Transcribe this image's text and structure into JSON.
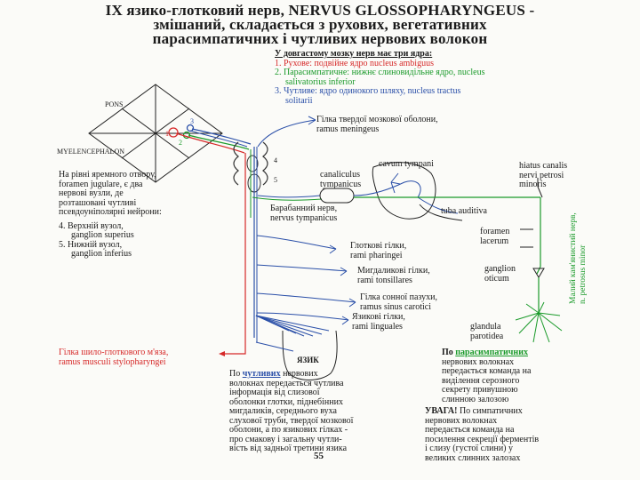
{
  "title": {
    "line1": "IX язико-глотковий нерв, NERVUS GLOSSOPHARYNGEUS -",
    "line2": "змішаний, складається з рухових, вегетативних",
    "line3": "парасимпатичних і чутливих нервових волокон"
  },
  "nuclei": {
    "heading": "У довгастому мозку нерв має три ядра:",
    "item1a": "1. Рухове: подвійне ядро nucleus ambiguus",
    "item2a": "2. Парасимпатичне: нижнє слиновидільне ядро, nucleus",
    "item2b": "salivatorius inferior",
    "item3a": "3. Чутливе: ядро одинокого шляху, nucleus tractus",
    "item3b": "solitarii"
  },
  "brainstem": {
    "pons": "PONS",
    "myel": "MYELENCEPHALON",
    "n1": "1",
    "n2": "2",
    "n3": "3",
    "n4": "4",
    "n5": "5"
  },
  "foramen_note": {
    "l1": "На рівні яремного отвору,",
    "l2": "foramen jugulare, є два",
    "l3": "нервові вузли, де",
    "l4": "розташовані чутливі",
    "l5": "псевдоуніполярні нейрони:",
    "g4a": "4. Верхній вузол,",
    "g4b": "ganglion superius",
    "g5a": "5. Нижній вузол,",
    "g5b": "ganglion inferius"
  },
  "labels": {
    "meningeus1": "Гілка твердої мозкової оболони,",
    "meningeus2": "ramus meningeus",
    "cavum": "cavum tympani",
    "canaliculus1": "canaliculus",
    "canaliculus2": "tympanicus",
    "hiatus1": "hiatus canalis",
    "hiatus2": "nervi petrosi",
    "hiatus3": "minoris",
    "tympanic1": "Барабанний нерв,",
    "tympanic2": "nervus tympanicus",
    "tuba": "tuba auditiva",
    "foramen1": "foramen",
    "foramen2": "lacerum",
    "green_vert1": "Малий кам'янистий нерв,",
    "green_vert2": "n. petrosus minor",
    "pharyngei1": "Глоткові гілки,",
    "pharyngei2": "rami pharingei",
    "otic1": "ganglion",
    "otic2": "oticum",
    "tonsil1": "Мигдаликові гілки,",
    "tonsil2": "rami tonsillares",
    "sinus1": "Гілка сонної пазухи,",
    "sinus2": "ramus sinus carotici",
    "lingual1": "Язикові гілки,",
    "lingual2": "rami linguales",
    "parotid1": "glandula",
    "parotid2": "parotidea",
    "tongue": "ЯЗИК",
    "stylo1": "Гілка шило-глоткового м'яза,",
    "stylo2": "ramus musculi stylopharyngei"
  },
  "sensory_note": {
    "l1a": "По",
    "l1b": "чутливих",
    "l1c": "нервових",
    "l2": "волокнах передається чутлива",
    "l3": "інформація від слизової",
    "l4": "оболонки глотки, піднебінних",
    "l5": "мигдаликів, середнього вуха",
    "l6": "слухової труби, твердої мозкової",
    "l7": "оболони, а по язикових гілках -",
    "l8": "про смакову і загальну чутли-",
    "l9": "вість від задньої третини язика"
  },
  "parasym_note": {
    "l1a": "По",
    "l1b": "парасимпатичних",
    "l2": "нервових волокнах",
    "l3": "передається команда на",
    "l4": "виділення серозного",
    "l5": "секрету привушною",
    "l6": "слинною залозою"
  },
  "attention_note": {
    "l1a": "УВАГА!",
    "l1b": "По симпатичних",
    "l2": "нервових волокнах",
    "l3": "передається команда на",
    "l4": "посилення секреції ферментів",
    "l5": "і слизу (густої слини) у",
    "l6": "великих слинних залозах"
  },
  "page_number": "55",
  "colors": {
    "motor": "#d62828",
    "parasympathetic": "#1a9a2a",
    "sensory": "#2a4fa8",
    "ink": "#1a1a1a"
  }
}
